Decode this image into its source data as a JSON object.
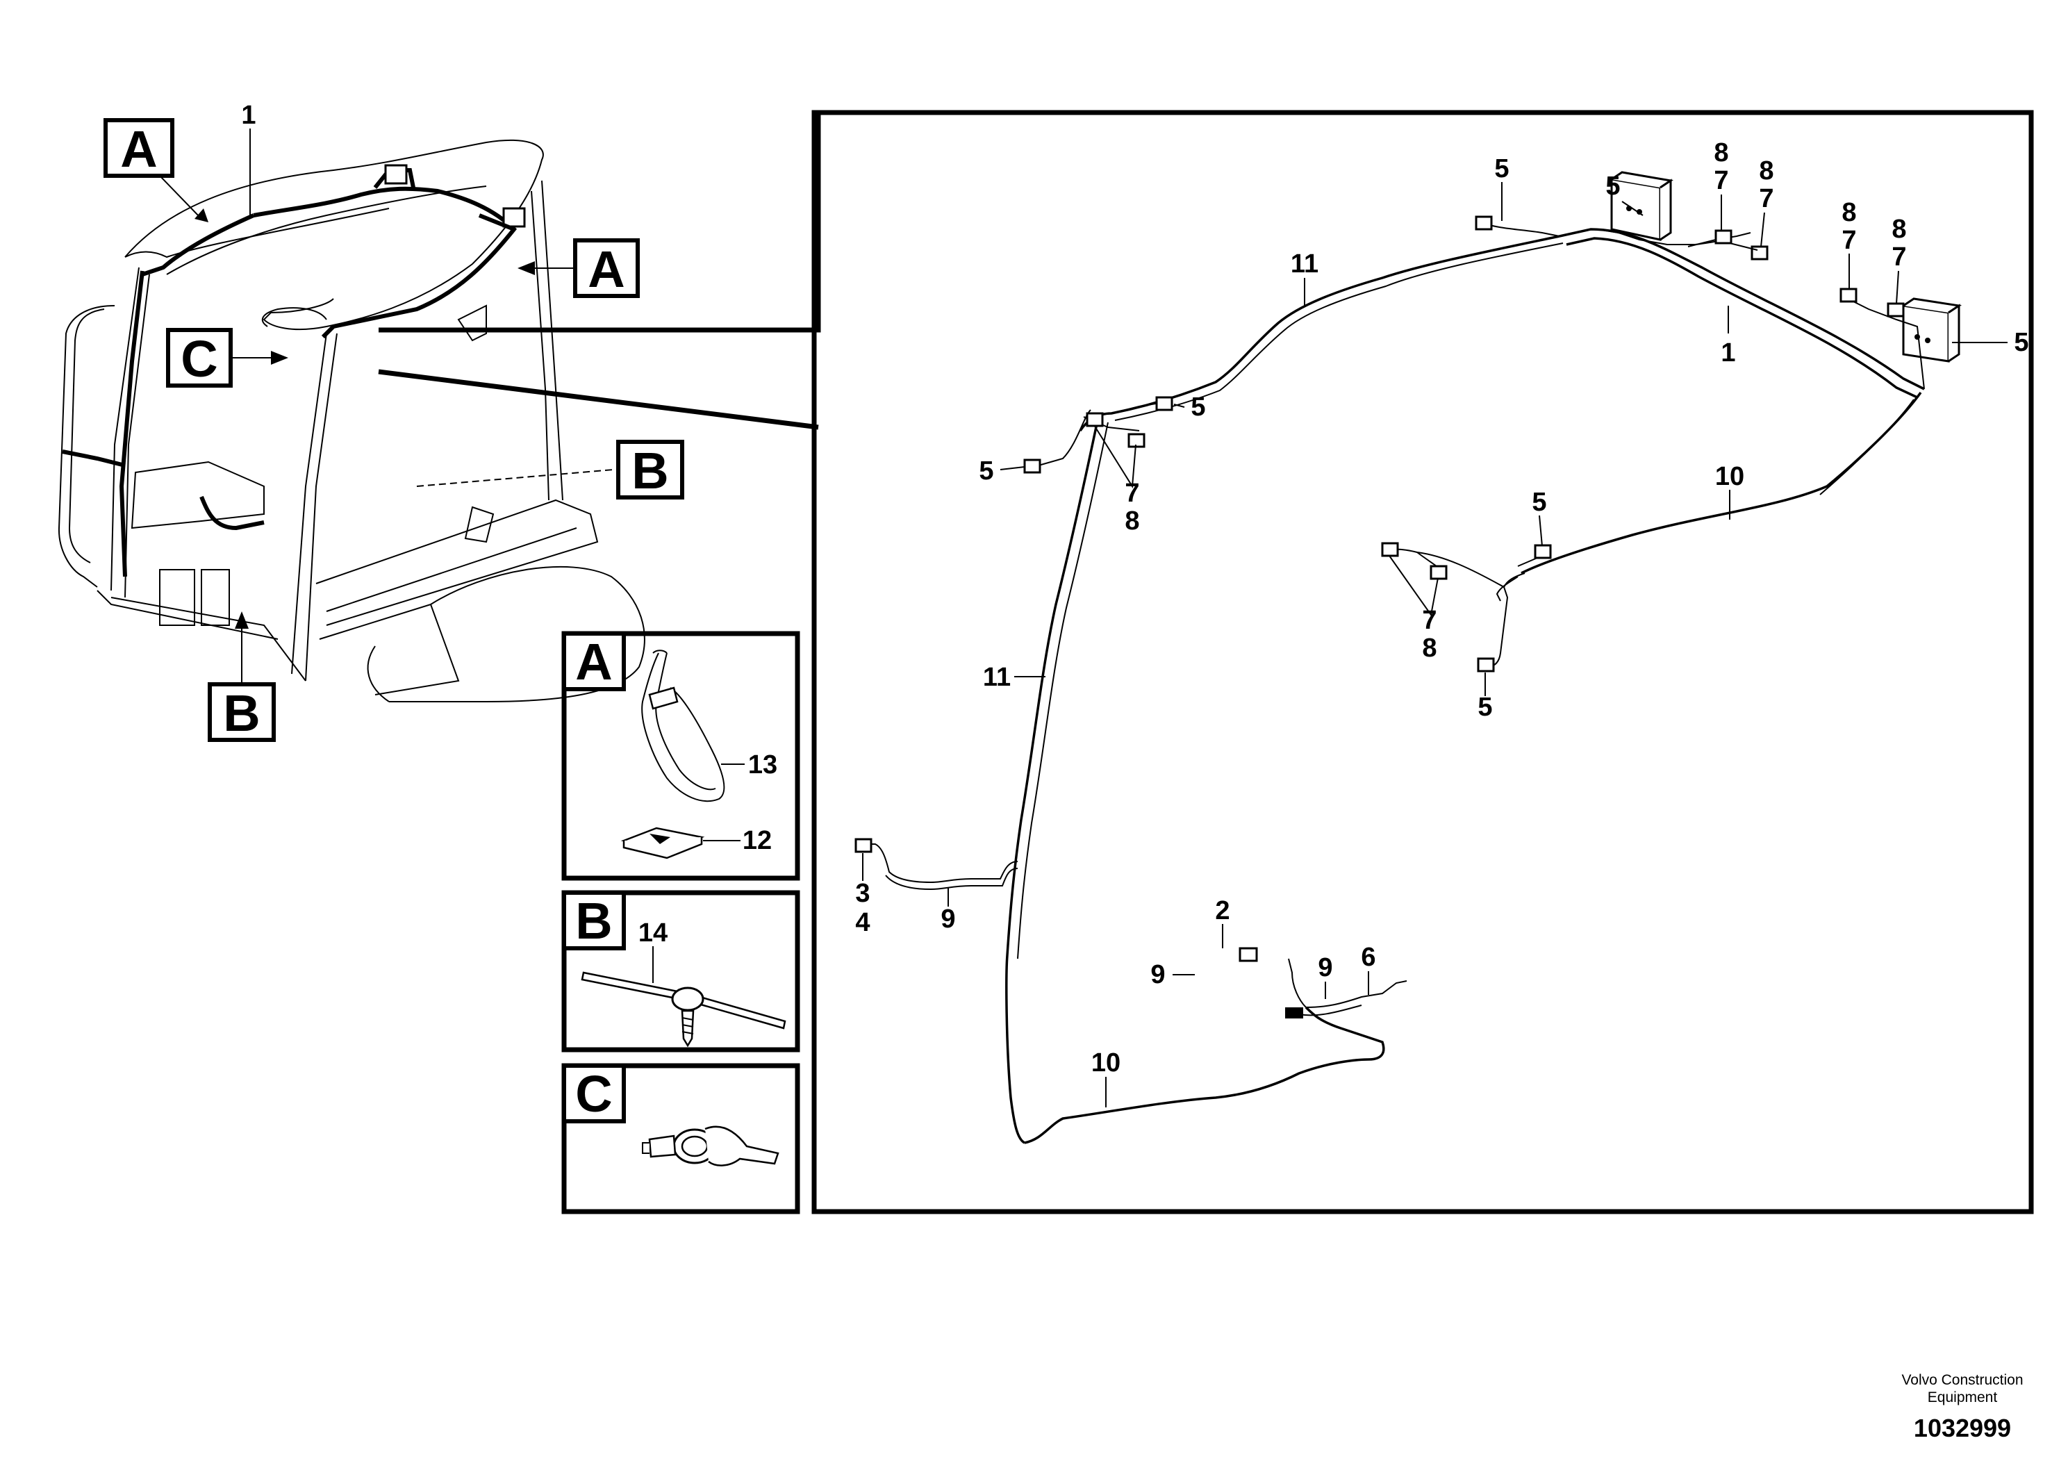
{
  "callouts": {
    "c1_cab": "1",
    "c5_a": "5",
    "c5_b": "5",
    "c5_c": "5",
    "c5_d": "5",
    "c5_e": "5",
    "c5_f": "5",
    "c5_g": "5",
    "c8_a": "8",
    "c7_a": "7",
    "c8_b": "8",
    "c7_b": "7",
    "c8_c": "8",
    "c7_c": "7",
    "c8_d": "8",
    "c7_d": "7",
    "c11_top": "11",
    "c1_detail": "1",
    "c7_left": "7",
    "c8_left": "8",
    "c10_right": "10",
    "c7_mid": "7",
    "c8_mid": "8",
    "c11_left": "11",
    "c3": "3",
    "c4": "4",
    "c9_left": "9",
    "c2": "2",
    "c9_mid": "9",
    "c9_right": "9",
    "c6": "6",
    "c10_bottom": "10",
    "c13": "13",
    "c12": "12",
    "c14": "14"
  },
  "view_labels": {
    "cab_A_top": "A",
    "cab_A_right": "A",
    "cab_C": "C",
    "cab_B_right": "B",
    "cab_B_bottom": "B",
    "inset_A": "A",
    "inset_B": "B",
    "inset_C": "C"
  },
  "footer": {
    "maker_line1": "Volvo Construction",
    "maker_line2": "Equipment",
    "drawing_number": "1032999"
  }
}
